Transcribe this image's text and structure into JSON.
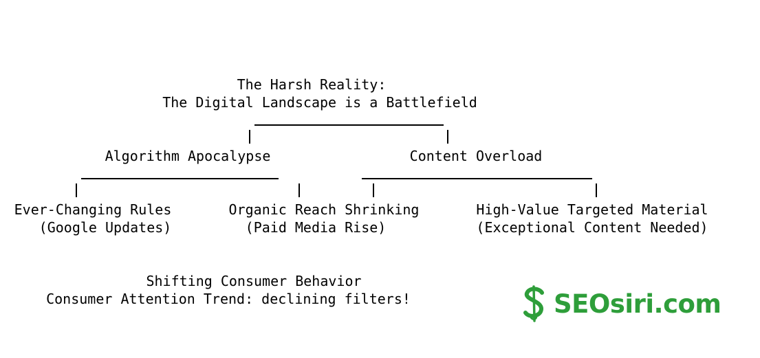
{
  "title": {
    "line1": "The Harsh Reality:",
    "line2": "The Digital Landscape is a Battlefield"
  },
  "branches": {
    "left": "Algorithm Apocalypse",
    "right": "Content Overload"
  },
  "leaves": [
    {
      "line1": "Ever-Changing Rules",
      "line2": "(Google Updates)"
    },
    {
      "line1": "Organic Reach Shrinking",
      "line2": "(Paid Media Rise)"
    },
    {
      "line1": "High-Value Targeted Material",
      "line2": "(Exceptional Content Needed)"
    }
  ],
  "footer": {
    "line1": "Shifting Consumer Behavior",
    "line2": "Consumer Attention Trend: declining filters!"
  },
  "logo": {
    "text": "SEOsiri.com",
    "color": "#2e9e3a",
    "icon": "dollar-s-icon"
  }
}
